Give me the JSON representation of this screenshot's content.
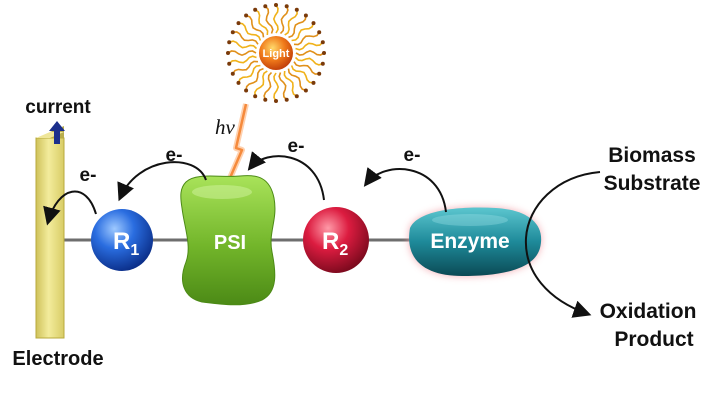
{
  "labels": {
    "current": "current",
    "electrode": "Electrode",
    "light": "Light",
    "hv_h": "h",
    "hv_nu": "ν",
    "e1": "e-",
    "e2": "e-",
    "e3": "e-",
    "e4": "e-",
    "biomass_line1": "Biomass",
    "biomass_line2": "Substrate",
    "oxidation_line1": "Oxidation",
    "oxidation_line2": "Product"
  },
  "nodes": {
    "r1_letter": "R",
    "r1_sub": "1",
    "psi": "PSI",
    "r2_letter": "R",
    "r2_sub": "2",
    "enzyme": "Enzyme"
  },
  "colors": {
    "electrode": "#e8df7a",
    "r1": "#1f5fd6",
    "psi": "#7cc22e",
    "r2": "#d6143a",
    "enzyme": "#1e8a9a",
    "current_arrow": "#1b2f8c",
    "sun": "#f07a1a"
  },
  "icons": {
    "sun": "sun-icon",
    "lightning": "lightning-bolt-icon"
  }
}
